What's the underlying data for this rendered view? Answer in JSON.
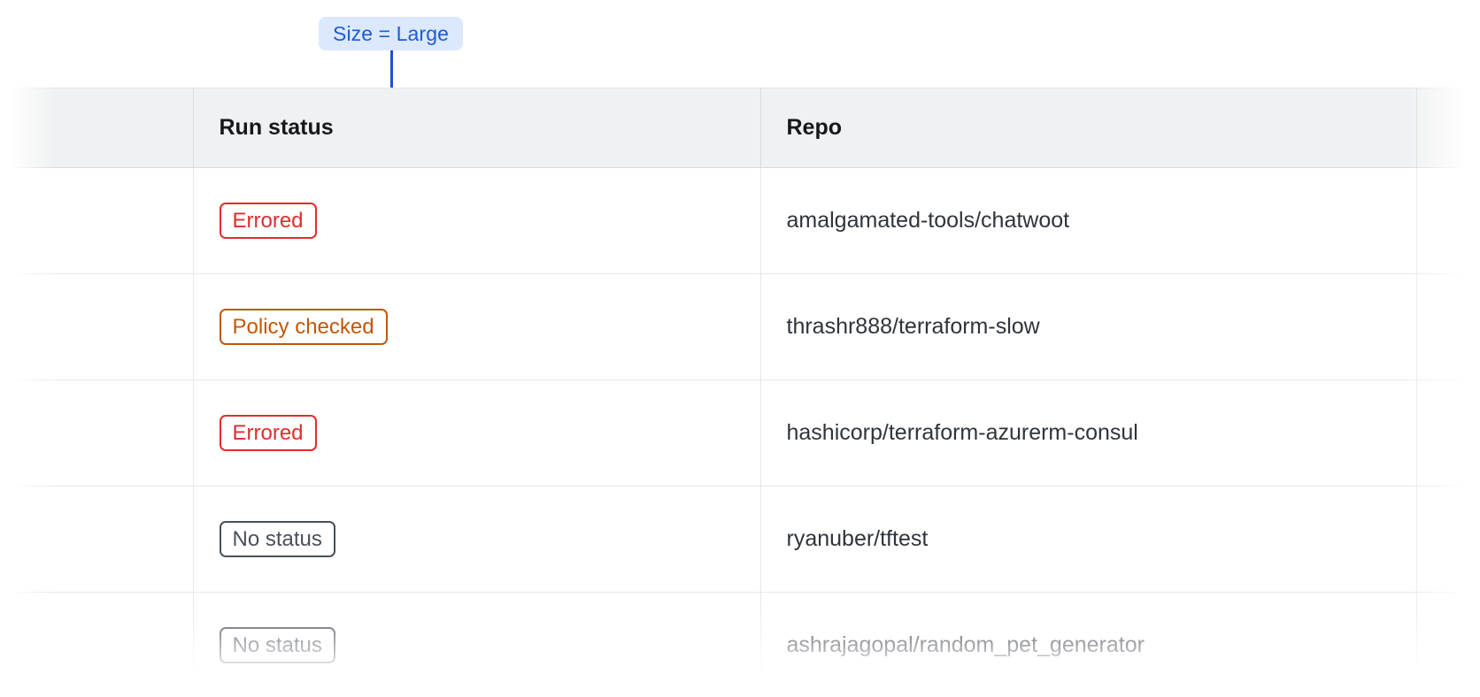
{
  "callout": {
    "label": "Size = Large",
    "bg_color": "#dce8fd",
    "text_color": "#1c5cd6",
    "connector_color": "#1c4fd1"
  },
  "table": {
    "columns": [
      {
        "key": "select",
        "label": ""
      },
      {
        "key": "status",
        "label": "Run status"
      },
      {
        "key": "repo",
        "label": "Repo"
      },
      {
        "key": "extra",
        "label": ""
      }
    ],
    "rows": [
      {
        "status": "Errored",
        "status_variant": "errored",
        "status_color": "#e02d2d",
        "repo": "amalgamated-tools/chatwoot"
      },
      {
        "status": "Policy checked",
        "status_variant": "policy-checked",
        "status_color": "#c25708",
        "repo": "thrashr888/terraform-slow"
      },
      {
        "status": "Errored",
        "status_variant": "errored",
        "status_color": "#e02d2d",
        "repo": "hashicorp/terraform-azurerm-consul"
      },
      {
        "status": "No status",
        "status_variant": "no-status",
        "status_color": "#4a5059",
        "repo": "ryanuber/tftest"
      },
      {
        "status": "No status",
        "status_variant": "no-status",
        "status_color": "#4a5059",
        "repo": "ashrajagopal/random_pet_generator"
      }
    ]
  },
  "theme": {
    "header_bg": "#f0f1f2",
    "header_text": "#16181d",
    "body_text": "#2f343c",
    "border": "#e7e8eb"
  }
}
